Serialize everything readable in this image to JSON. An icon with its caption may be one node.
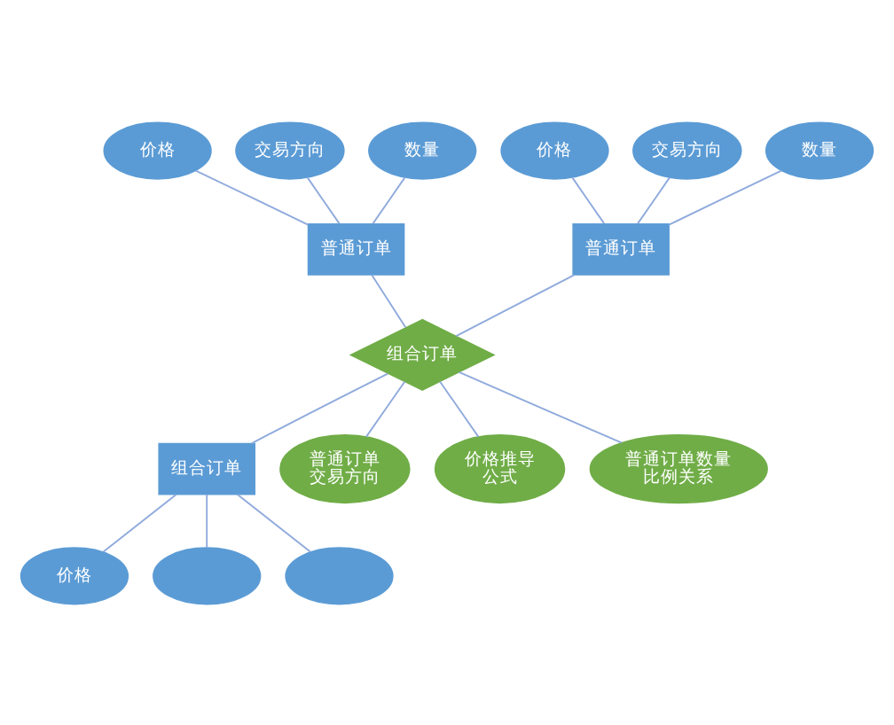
{
  "diagram": {
    "nodes": [
      {
        "text": [
          "价格"
        ]
      },
      {
        "text": [
          "交易方向"
        ]
      },
      {
        "text": [
          "数量"
        ]
      },
      {
        "text": [
          "价格"
        ]
      },
      {
        "text": [
          "交易方向"
        ]
      },
      {
        "text": [
          "数量"
        ]
      },
      {
        "text": [
          "普通订单"
        ]
      },
      {
        "text": [
          "普通订单"
        ]
      },
      {
        "text": [
          "组合订单"
        ]
      },
      {
        "text": [
          "普通订单交易方向"
        ]
      },
      {
        "text": [
          "价格推导公式"
        ]
      },
      {
        "text": [
          "普通订单数量比例关系"
        ]
      },
      {
        "text": [
          "组合订单"
        ]
      },
      {
        "text": [
          "价格"
        ]
      },
      {
        "text": [],
        "shape": "ellipse"
      },
      {
        "text": [],
        "shape": "ellipse"
      }
    ],
    "edges": [
      {
        "from": 0,
        "to": 6,
        "arrow": "none"
      },
      {
        "from": 1,
        "to": 6,
        "arrow": "none"
      },
      {
        "from": 2,
        "to": 6,
        "arrow": "none"
      },
      {
        "from": 3,
        "to": 7,
        "arrow": "none"
      },
      {
        "from": 4,
        "to": 7,
        "arrow": "none"
      },
      {
        "from": 5,
        "to": 7,
        "arrow": "none"
      },
      {
        "from": 6,
        "to": 8,
        "arrow": "none"
      },
      {
        "from": 7,
        "to": 8,
        "arrow": "none"
      },
      {
        "from": 8,
        "to": 9,
        "arrow": "none"
      },
      {
        "from": 8,
        "to": 10,
        "arrow": "none"
      },
      {
        "from": 8,
        "to": 11,
        "arrow": "none"
      },
      {
        "from": 8,
        "to": 12,
        "arrow": "none"
      },
      {
        "from": 12,
        "to": 13,
        "arrow": "none"
      },
      {
        "from": 12,
        "to": 14,
        "arrow": "none"
      },
      {
        "from": 12,
        "to": 15,
        "arrow": "none"
      }
    ]
  }
}
